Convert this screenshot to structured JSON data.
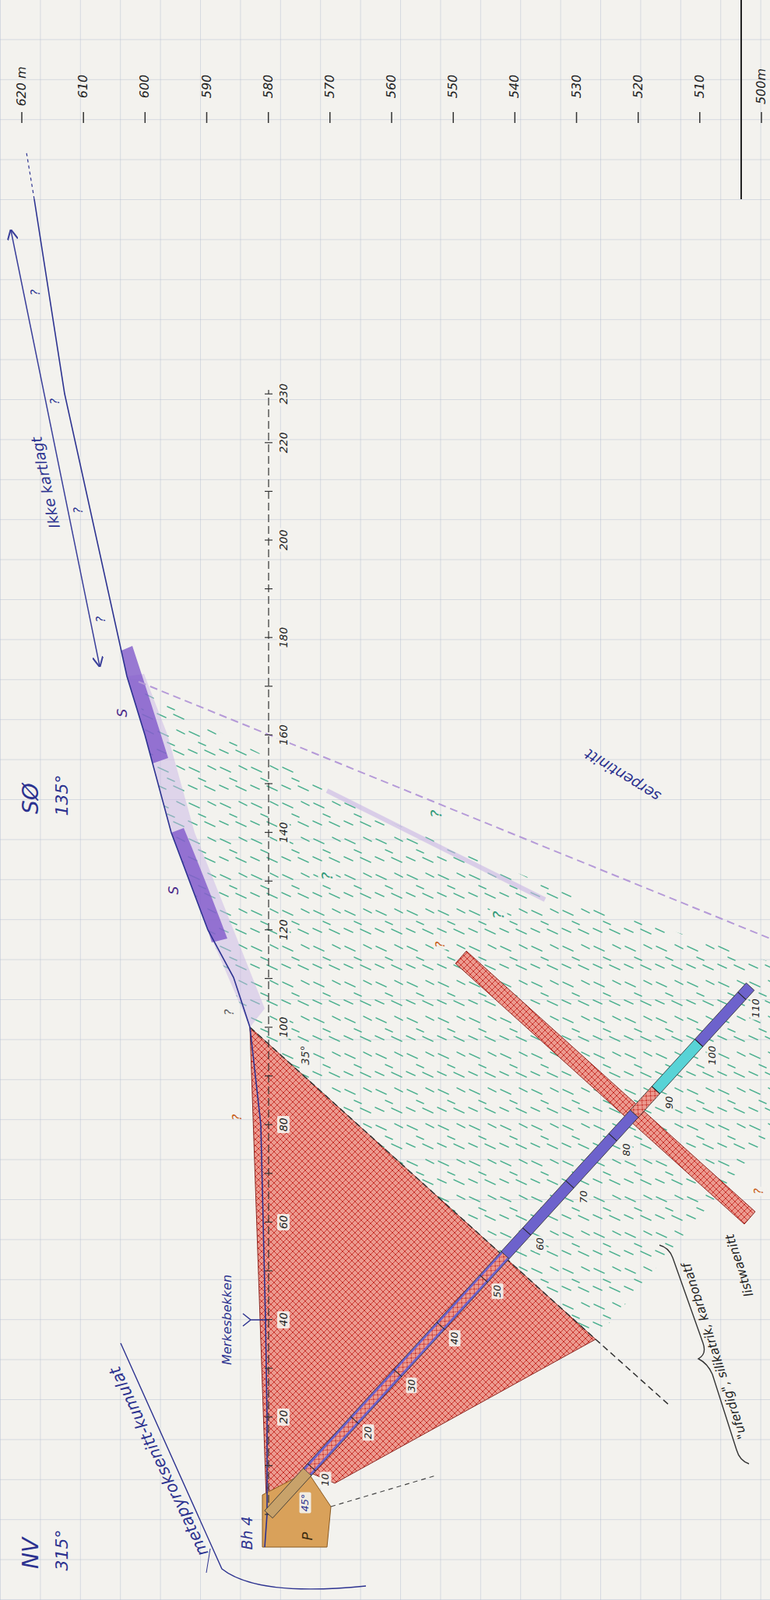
{
  "diagram": {
    "labels": [
      "NV",
      "315°",
      "SØ",
      "135°",
      "metapyroksenitt-kumulat",
      "Bh 4",
      "45°",
      "P",
      "Merkesbekken",
      "20",
      "40",
      "60",
      "80",
      "100",
      "120",
      "140",
      "160",
      "180",
      "200",
      "220",
      "230",
      "35°",
      "S",
      "S",
      "Ikke kartlagt",
      "?",
      "?",
      "?",
      "?",
      "?",
      "?",
      "?",
      "?",
      "?",
      "?",
      "?",
      "10",
      "20",
      "30",
      "40",
      "50",
      "60",
      "70",
      "80",
      "90",
      "100",
      "110",
      "serpentinitt",
      "\"uferdig\", silikatrik, karbonatf",
      "listwaenitt",
      "620 m",
      "610",
      "600",
      "590",
      "580",
      "570",
      "560",
      "550",
      "540",
      "530",
      "520",
      "510",
      "500m"
    ]
  }
}
